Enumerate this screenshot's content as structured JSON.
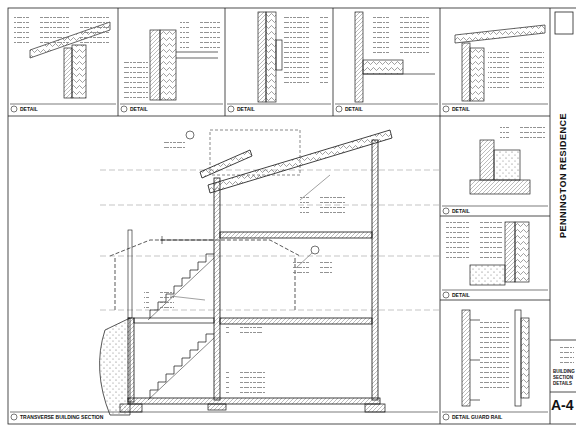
{
  "diagram": {
    "title": "PENNINGTON RESIDENCE",
    "labels": [
      "TRANSVERSE BUILDING SECTION",
      "DETAIL",
      "DETAIL",
      "DETAIL",
      "DETAIL",
      "DETAIL",
      "DETAIL",
      "DETAIL",
      "DETAIL GUARD RAIL",
      "BUILDING",
      "SECTION",
      "DETAILS",
      "A-4"
    ]
  }
}
